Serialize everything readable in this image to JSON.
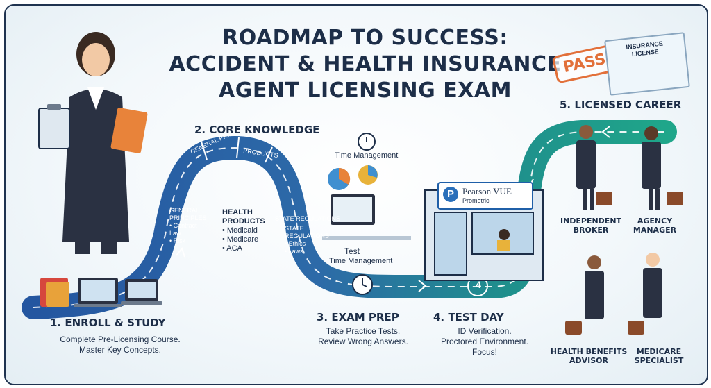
{
  "title": {
    "line1": "ROADMAP TO SUCCESS:",
    "line2": "ACCIDENT & HEALTH INSURANCE",
    "line3": "AGENT LICENSING EXAM"
  },
  "steps": {
    "s1": {
      "label": "1. ENROLL & STUDY",
      "desc1": "Complete Pre-Licensing Course.",
      "desc2": "Master Key Concepts."
    },
    "s2": {
      "label": "2. CORE KNOWLEDGE",
      "arch_general": "GENERAL PRINCIPLES",
      "arch_products": "PRODUCTS",
      "arch_state": "STATE REGULATIONS",
      "general": {
        "title1": "GENERAL",
        "title2": "PRINCIPLES",
        "items": [
          "• Contract",
          "Law",
          "• Risk"
        ]
      },
      "health": {
        "title1": "HEALTH",
        "title2": "PRODUCTS",
        "items": [
          "• Medicaid",
          "• Medicare",
          "• ACA"
        ]
      },
      "state": {
        "title1": "STATE",
        "title2": "REGULATIONS",
        "items": [
          "• Ethics",
          "• Laws"
        ]
      }
    },
    "s3": {
      "label": "3. EXAM PREP",
      "desc1": "Take Practice Tests.",
      "desc2": "Review Wrong Answers.",
      "time_mgmt_top": "Time Management",
      "test": "Test",
      "time_mgmt_bottom": "Time Management"
    },
    "s4": {
      "label": "4. TEST DAY",
      "desc1": "ID Verification.",
      "desc2": "Proctored Environment.",
      "desc3": "Focus!",
      "road_number": "4",
      "vendor_logo": "P",
      "vendor": "Pearson VUE",
      "vendor_sub": "Prometric"
    },
    "s5": {
      "label": "5. LICENSED CAREER",
      "roles": [
        {
          "line1": "INDEPENDENT",
          "line2": "BROKER"
        },
        {
          "line1": "AGENCY",
          "line2": "MANAGER"
        },
        {
          "line1": "HEALTH BENEFITS",
          "line2": "ADVISOR"
        },
        {
          "line1": "MEDICARE",
          "line2": "SPECIALIST"
        }
      ],
      "pass_stamp": "PASS",
      "certificate": {
        "line1": "INSURANCE",
        "line2": "LICENSE"
      }
    }
  },
  "colors": {
    "navy": "#1d2e48",
    "road_blue": "#2d6aa8",
    "road_teal": "#1f9a8c",
    "accent_orange": "#e2703a"
  }
}
